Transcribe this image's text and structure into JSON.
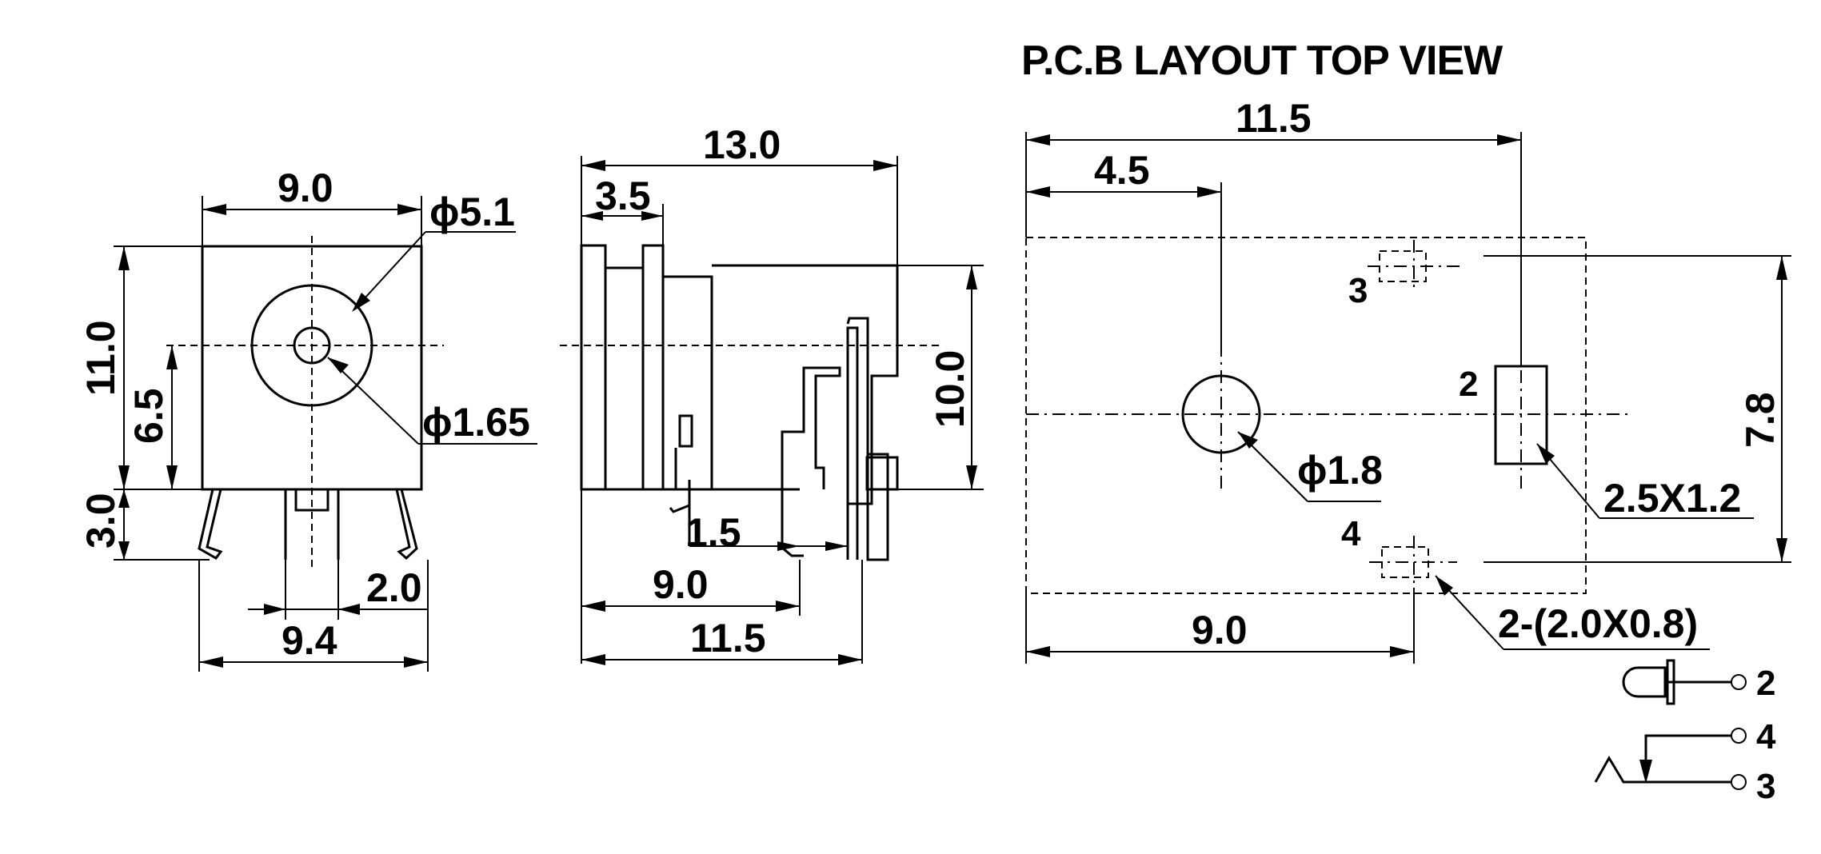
{
  "title": "P.C.B LAYOUT  TOP VIEW",
  "front_view": {
    "width": "9.0",
    "height": "11.0",
    "center_height": "6.5",
    "pin_length": "3.0",
    "outer_diameter": "ϕ5.1",
    "pin_diameter": "ϕ1.65",
    "pin_offset": "2.0",
    "pin_span": "9.4"
  },
  "side_view": {
    "length": "13.0",
    "flange": "3.5",
    "height": "10.0",
    "pin_width": "1.5",
    "pin_pos_a": "9.0",
    "pin_pos_b": "11.5"
  },
  "pcb_layout": {
    "total_width": "11.5",
    "hole_offset": "4.5",
    "pad_offset": "9.0",
    "height": "7.8",
    "hole_diameter": "ϕ1.8",
    "pad2_size": "2.5X1.2",
    "pad34_size": "2-(2.0X0.8)",
    "pin_labels": {
      "p2": "2",
      "p3": "3",
      "p4": "4"
    }
  },
  "schematic": {
    "pin2": "2",
    "pin4": "4",
    "pin3": "3"
  }
}
